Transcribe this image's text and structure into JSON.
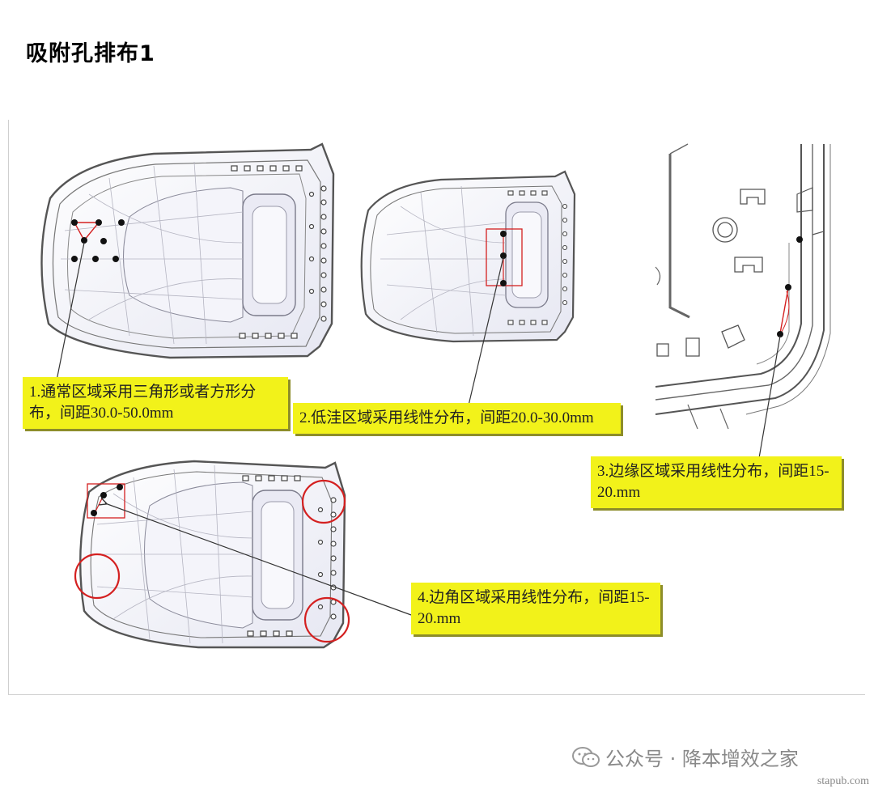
{
  "page": {
    "title": "吸附孔排布1"
  },
  "callouts": [
    {
      "id": "c1",
      "text": "1.通常区域采用三角形或者方形分布，间距30.0-50.0mm"
    },
    {
      "id": "c2",
      "text": "2.低洼区域采用线性分布，间距20.0-30.0mm"
    },
    {
      "id": "c3",
      "text": "3.边缘区域采用线性分布，间距15-20.mm"
    },
    {
      "id": "c4",
      "text": "4.边角区域采用线性分布，间距15-20.mm"
    }
  ],
  "watermark": {
    "label": "公众号 · 降本增效之家",
    "site": "stapub.com",
    "icon": "wechat-icon"
  },
  "colors": {
    "callout_bg": "#f2f21a",
    "marker_red": "#d42020",
    "hole_black": "#111111",
    "outline_gray": "#555555"
  }
}
